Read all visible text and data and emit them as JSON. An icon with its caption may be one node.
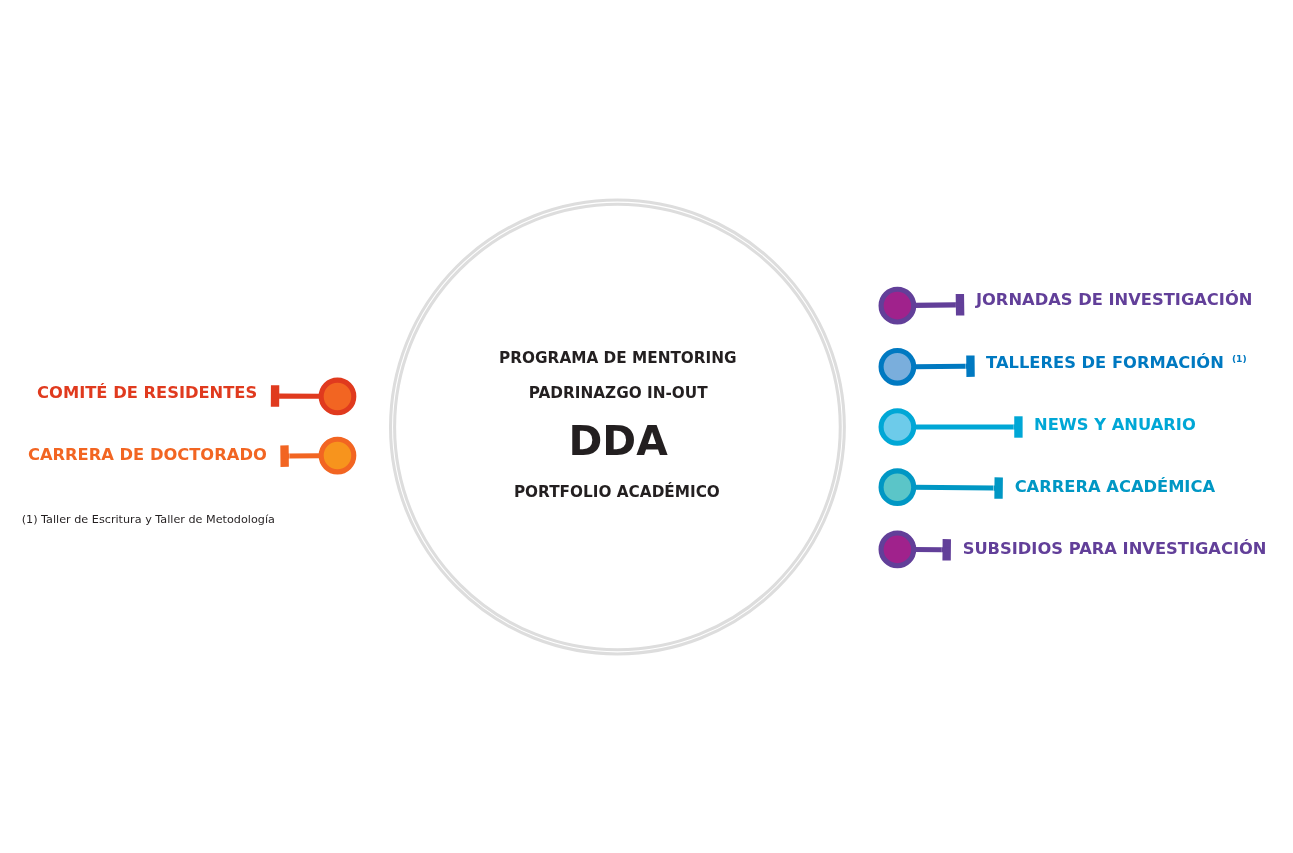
{
  "diagram": {
    "nodes": [
      {
        "text": [
          "PROGRAMA DE MENTORING",
          "PADRINAZGO IN-OUT",
          "DDA",
          "PORTFOLIO ACADÉMICO"
        ]
      },
      {
        "text": [
          "COMITÉ DE RESIDENTES"
        ]
      },
      {
        "text": [],
        "shape": "circle"
      },
      {
        "text": [
          "CARRERA DE DOCTORADO"
        ]
      },
      {
        "text": [],
        "shape": "circle"
      },
      {
        "text": [
          "JORNADAS DE INVESTIGACIÓN"
        ]
      },
      {
        "text": [],
        "shape": "circle"
      },
      {
        "text": [
          "TALLERES DE FORMACIÓN $^{(1)}$"
        ]
      },
      {
        "text": [],
        "shape": "circle"
      },
      {
        "text": [
          "NEWS Y ANUARIO"
        ]
      },
      {
        "text": [],
        "shape": "circle"
      },
      {
        "text": [
          "CARRERA ACADÉMICA"
        ]
      },
      {
        "text": [],
        "shape": "circle"
      },
      {
        "text": [
          "SUBSIDIOS PARA INVESTIGACIÓN"
        ]
      },
      {
        "text": [],
        "shape": "circle"
      }
    ],
    "edges": [
      {
        "from": 2,
        "to": 1,
        "arrow": "other",
        "color": "#e03a1e"
      },
      {
        "from": 4,
        "to": 3,
        "arrow": "other",
        "color": "#f26522"
      },
      {
        "from": 6,
        "to": 5,
        "arrow": "other",
        "color": "#623f99"
      },
      {
        "from": 8,
        "to": 7,
        "arrow": "other",
        "color": "#0079c1"
      },
      {
        "from": 10,
        "to": 9,
        "arrow": "other",
        "color": "#00a7d6"
      },
      {
        "from": 12,
        "to": 11,
        "arrow": "other",
        "color": "#0097c4"
      },
      {
        "from": 14,
        "to": 13,
        "arrow": "other",
        "color": "#623f99"
      }
    ],
    "labels": [
      "(1) Taller de Escritura y Taller de Metodología"
    ]
  }
}
